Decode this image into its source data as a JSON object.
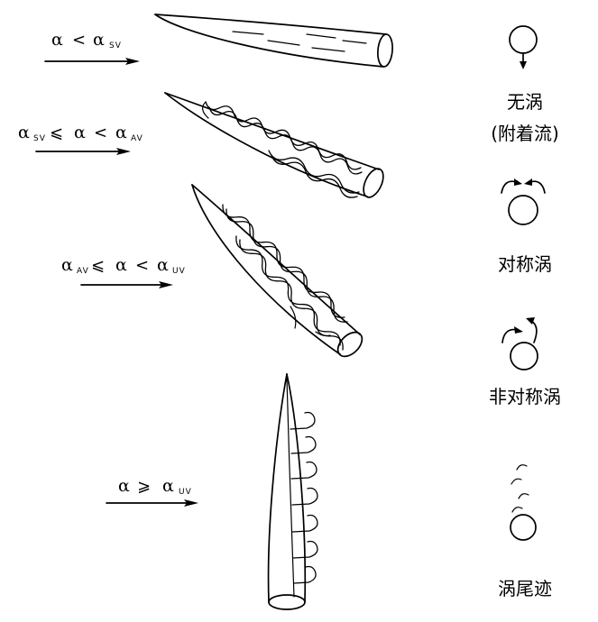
{
  "colors": {
    "ink": "#000000",
    "background": "#ffffff"
  },
  "conditions": [
    {
      "a1": "α",
      "op1": "<",
      "a2": "α",
      "sub2": "SV"
    },
    {
      "a1": "α",
      "sub1": "SV",
      "op1": "⩽",
      "a2": "α",
      "op2": "<",
      "a3": "α",
      "sub3": "AV"
    },
    {
      "a1": "α",
      "sub1": "AV",
      "op1": "⩽",
      "a2": "α",
      "op2": "<",
      "a3": "α",
      "sub3": "UV"
    },
    {
      "a1": "α",
      "op1": "⩾",
      "a2": "α",
      "sub2": "UV"
    }
  ],
  "cross_sections": [
    {
      "label": "无涡",
      "sublabel": "(附着流)"
    },
    {
      "label": "对称涡"
    },
    {
      "label": "非对称涡"
    },
    {
      "label": "涡尾迹"
    }
  ]
}
